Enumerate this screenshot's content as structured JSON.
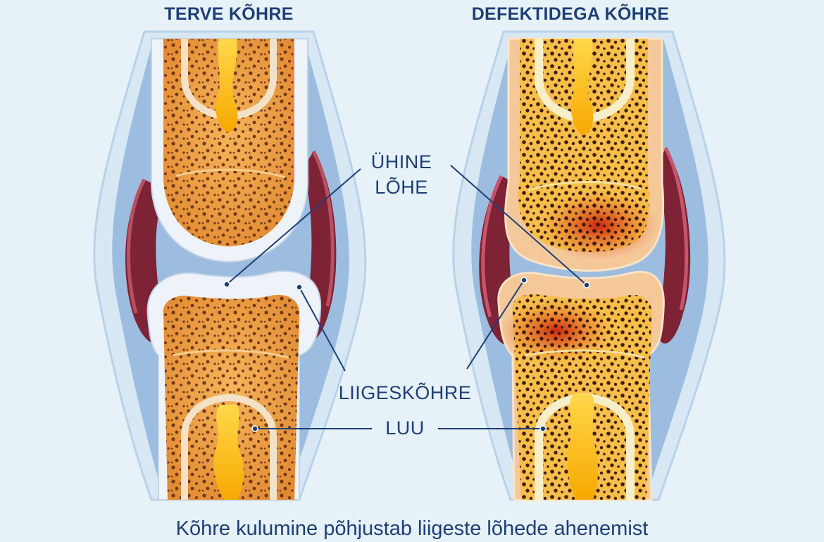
{
  "headings": {
    "healthy": "TERVE KÕHRE",
    "defective": "DEFEKTIDEGA KÕHRE"
  },
  "labels": {
    "joint_gap_line1": "ÜHINE",
    "joint_gap_line2": "LÕHE",
    "cartilage": "LIIGESKÕHRE",
    "bone": "LUU"
  },
  "caption": "Kõhre kulumine põhjustab liigeste lõhede ahenemist",
  "colors": {
    "background": "#e6f1f8",
    "text": "#1d3f77",
    "capsule": "#9dbde0",
    "synovium": "#7e2235",
    "bone": "#f0a850",
    "marrow": "#ffc21a",
    "cartilage_healthy": "#eef3f9",
    "cartilage_damaged": "#f5c89a",
    "inflammation": "#cc2a10"
  }
}
